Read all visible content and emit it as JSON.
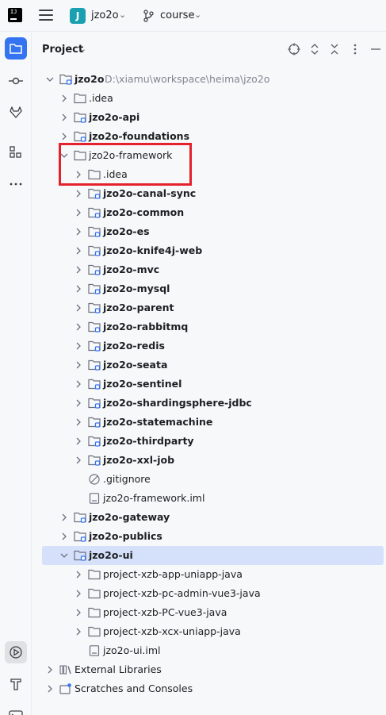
{
  "titlebar": {
    "project_badge": "J",
    "project_name": "jzo2o",
    "branch_name": "course"
  },
  "panel": {
    "title": "Project"
  },
  "toolstrip": {
    "icons": [
      "folder-icon",
      "commit-icon",
      "gitlab-icon",
      "structure-icon",
      "more-icon",
      "run-icon",
      "build-icon",
      "terminal-icon"
    ]
  },
  "tree": {
    "root": {
      "label": "jzo2o",
      "path": "D:\\xiamu\\workspace\\heima\\jzo2o"
    },
    "items": [
      {
        "label": ".idea",
        "type": "folder",
        "bold": false
      },
      {
        "label": "jzo2o-api",
        "type": "module",
        "bold": true
      },
      {
        "label": "jzo2o-foundations",
        "type": "module",
        "bold": true
      },
      {
        "label": "jzo2o-framework",
        "type": "folder",
        "bold": false
      },
      {
        "label": ".idea",
        "type": "folder",
        "bold": false
      },
      {
        "label": "jzo2o-canal-sync",
        "type": "module",
        "bold": true
      },
      {
        "label": "jzo2o-common",
        "type": "module",
        "bold": true
      },
      {
        "label": "jzo2o-es",
        "type": "module",
        "bold": true
      },
      {
        "label": "jzo2o-knife4j-web",
        "type": "module",
        "bold": true
      },
      {
        "label": "jzo2o-mvc",
        "type": "module",
        "bold": true
      },
      {
        "label": "jzo2o-mysql",
        "type": "module",
        "bold": true
      },
      {
        "label": "jzo2o-parent",
        "type": "module",
        "bold": true
      },
      {
        "label": "jzo2o-rabbitmq",
        "type": "module",
        "bold": true
      },
      {
        "label": "jzo2o-redis",
        "type": "module",
        "bold": true
      },
      {
        "label": "jzo2o-seata",
        "type": "module",
        "bold": true
      },
      {
        "label": "jzo2o-sentinel",
        "type": "module",
        "bold": true
      },
      {
        "label": "jzo2o-shardingsphere-jdbc",
        "type": "module",
        "bold": true
      },
      {
        "label": "jzo2o-statemachine",
        "type": "module",
        "bold": true
      },
      {
        "label": "jzo2o-thirdparty",
        "type": "module",
        "bold": true
      },
      {
        "label": "jzo2o-xxl-job",
        "type": "module",
        "bold": true
      },
      {
        "label": ".gitignore",
        "type": "ignore",
        "bold": false
      },
      {
        "label": "jzo2o-framework.iml",
        "type": "file",
        "bold": false
      },
      {
        "label": "jzo2o-gateway",
        "type": "module",
        "bold": true
      },
      {
        "label": "jzo2o-publics",
        "type": "module",
        "bold": true
      },
      {
        "label": "jzo2o-ui",
        "type": "module",
        "bold": true
      },
      {
        "label": "project-xzb-app-uniapp-java",
        "type": "folder",
        "bold": false
      },
      {
        "label": "project-xzb-pc-admin-vue3-java",
        "type": "folder",
        "bold": false
      },
      {
        "label": "project-xzb-PC-vue3-java",
        "type": "folder",
        "bold": false
      },
      {
        "label": "project-xzb-xcx-uniapp-java",
        "type": "folder",
        "bold": false
      },
      {
        "label": "jzo2o-ui.iml",
        "type": "file",
        "bold": false
      },
      {
        "label": "External Libraries",
        "type": "libs",
        "bold": false
      },
      {
        "label": "Scratches and Consoles",
        "type": "scratch",
        "bold": false
      }
    ]
  },
  "colors": {
    "accent": "#3574f0",
    "selection": "#d5e1fa",
    "highlight_box": "#e5212b",
    "module_dot": "#3574f0"
  }
}
